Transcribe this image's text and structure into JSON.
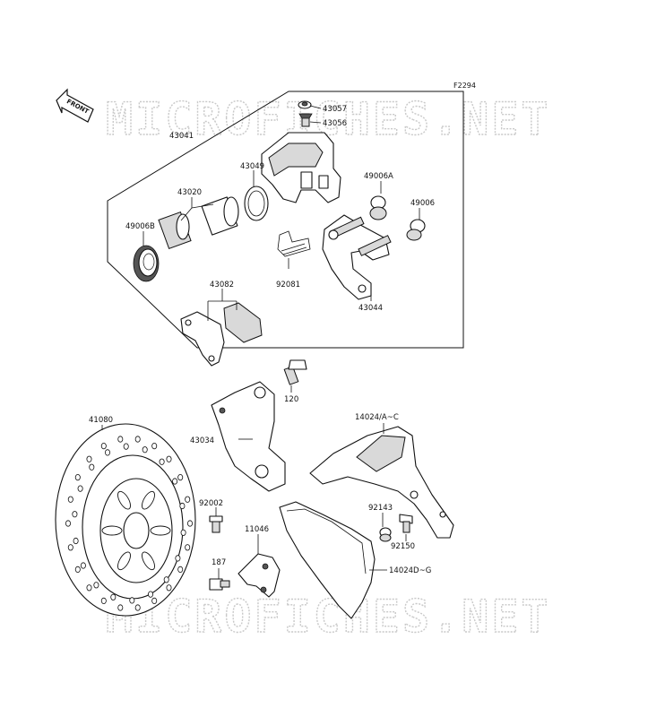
{
  "figure_id": "F2294",
  "watermark": {
    "top": "MICROFICHES.NET",
    "bottom": "MICROFICHES.NET"
  },
  "front_arrow": {
    "label": "FRONT"
  },
  "parts": {
    "p43057": "43057",
    "p43056": "43056",
    "p43041": "43041",
    "p43049": "43049",
    "p49006A": "49006A",
    "p43020": "43020",
    "p49006": "49006",
    "p49006B": "49006B",
    "p92081": "92081",
    "p43082": "43082",
    "p43044": "43044",
    "p120": "120",
    "p43034": "43034",
    "p41080": "41080",
    "p14024AC": "14024/A~C",
    "p92002": "92002",
    "p92143": "92143",
    "p11046": "11046",
    "p92150": "92150",
    "p187": "187",
    "p14024DG": "14024D~G"
  }
}
